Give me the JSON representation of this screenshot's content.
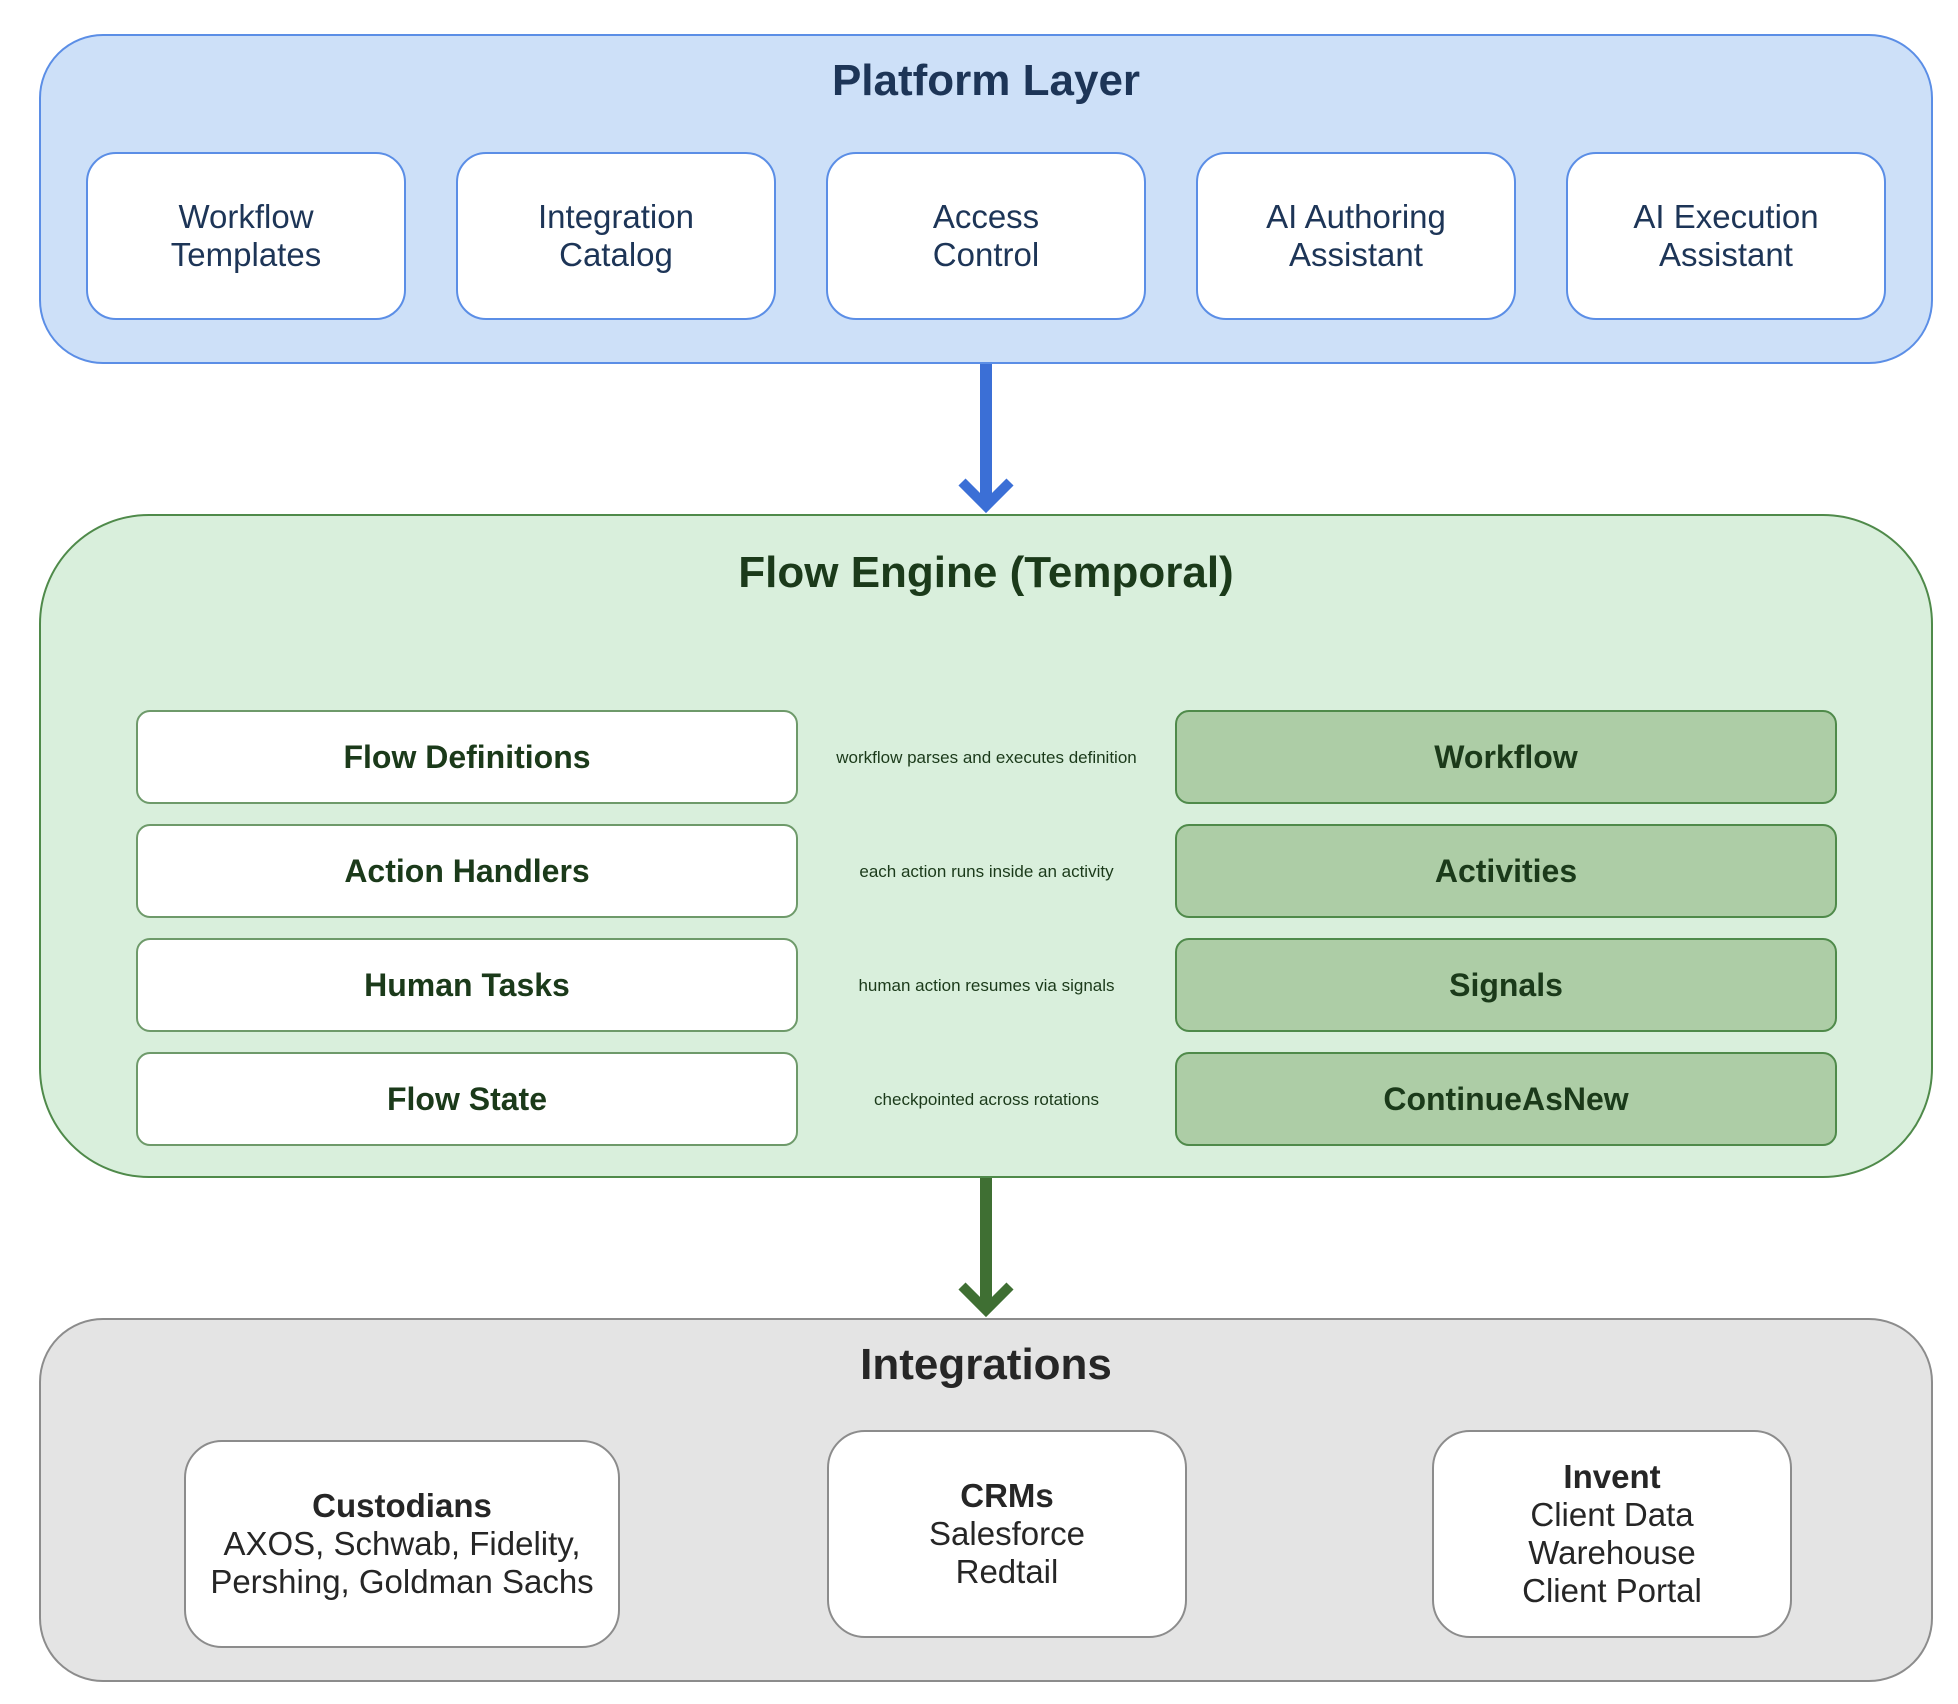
{
  "platform": {
    "title": "Platform Layer",
    "cards": [
      {
        "line1": "Workflow",
        "line2": "Templates"
      },
      {
        "line1": "Integration",
        "line2": "Catalog"
      },
      {
        "line1": "Access",
        "line2": "Control"
      },
      {
        "line1": "AI Authoring",
        "line2": "Assistant"
      },
      {
        "line1": "AI Execution",
        "line2": "Assistant"
      }
    ]
  },
  "engine": {
    "title": "Flow Engine (Temporal)",
    "rows": [
      {
        "left": "Flow Definitions",
        "label": "workflow parses and executes definition",
        "right": "Workflow"
      },
      {
        "left": "Action Handlers",
        "label": "each action runs inside an activity",
        "right": "Activities"
      },
      {
        "left": "Human Tasks",
        "label": "human action resumes via signals",
        "right": "Signals"
      },
      {
        "left": "Flow State",
        "label": "checkpointed across rotations",
        "right": "ContinueAsNew"
      }
    ]
  },
  "integrations": {
    "title": "Integrations",
    "cards": [
      {
        "head": "Custodians",
        "lines": [
          "AXOS, Schwab, Fidelity,",
          "Pershing, Goldman Sachs"
        ]
      },
      {
        "head": "CRMs",
        "lines": [
          "Salesforce",
          "Redtail"
        ]
      },
      {
        "head": "Invent",
        "lines": [
          "Client Data",
          "Warehouse",
          "Client Portal"
        ]
      }
    ]
  },
  "colors": {
    "platform_fill": "#cde0f8",
    "platform_stroke": "#5b8ee6",
    "arrow_blue": "#3b6fd6",
    "engine_fill": "#d9efdc",
    "engine_box_fill": "#adcda6",
    "arrow_green": "#3f6f33",
    "integrations_fill": "#e4e4e4"
  }
}
